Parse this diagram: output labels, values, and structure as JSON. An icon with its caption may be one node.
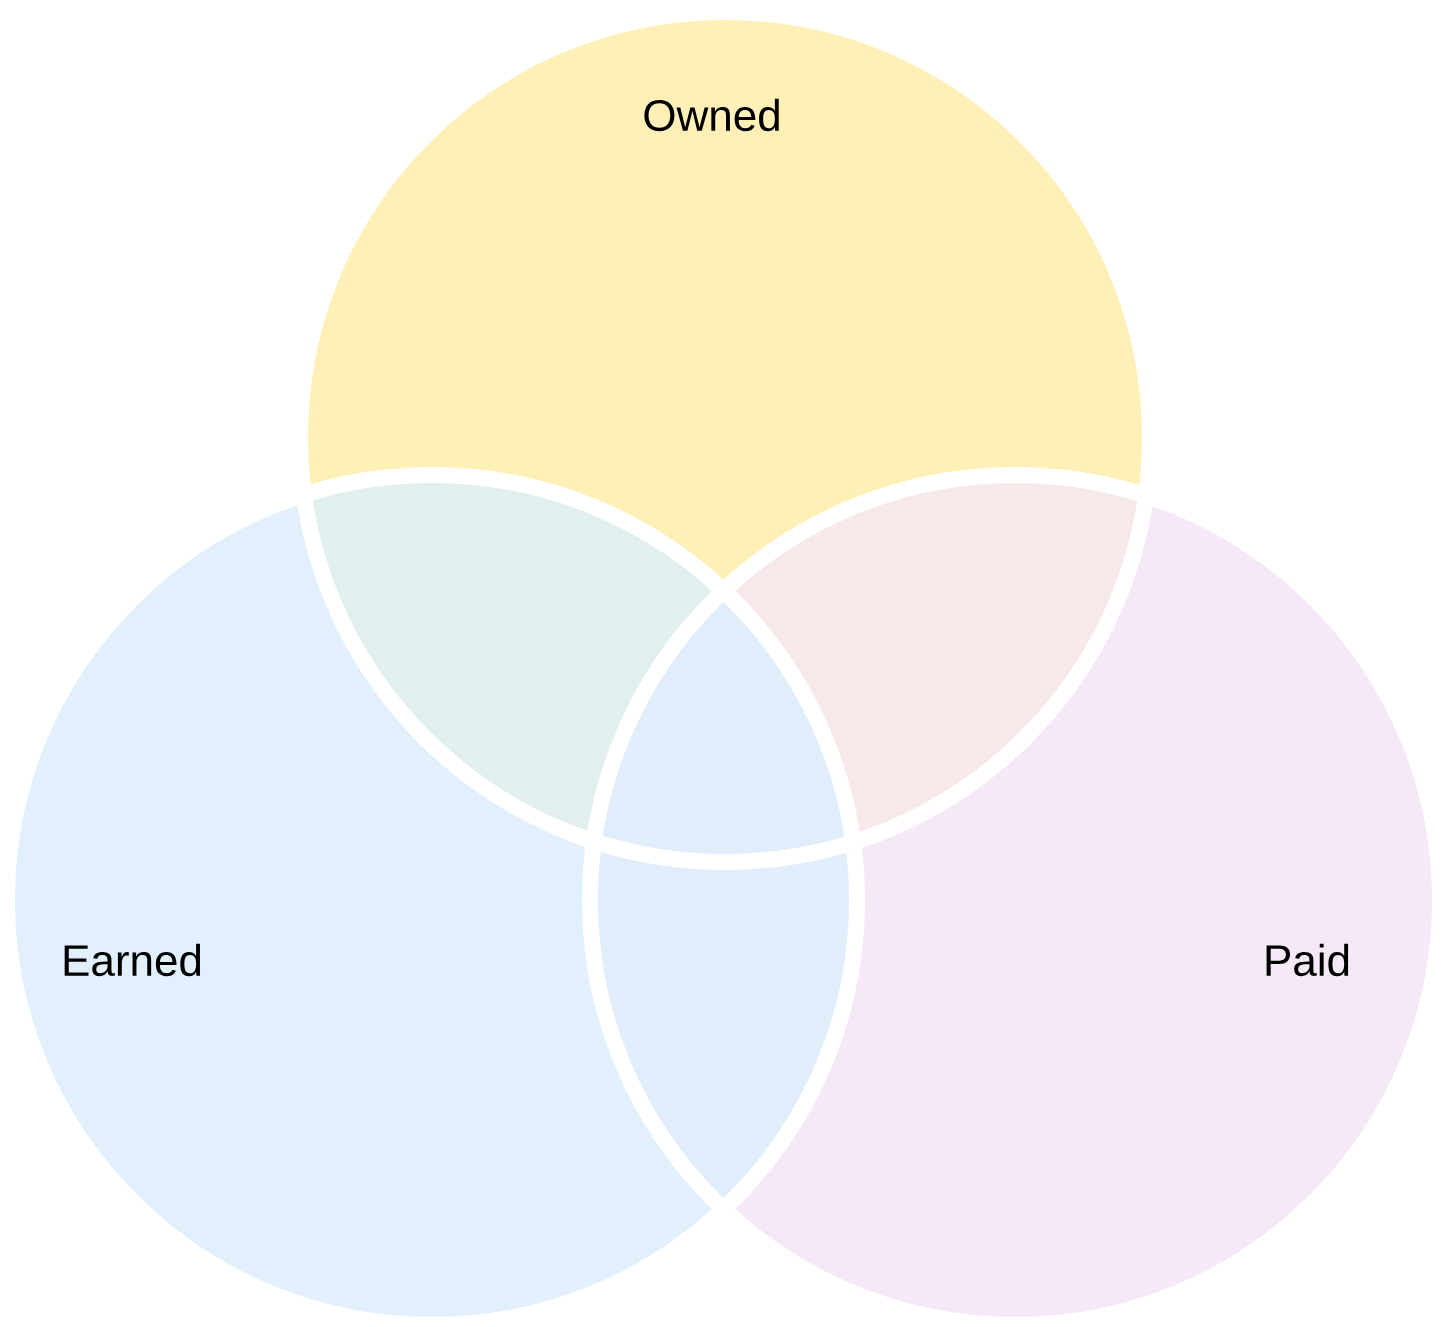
{
  "diagram": {
    "nodes": [
      {
        "text": [
          "Owned"
        ]
      },
      {
        "text": [
          "Earned"
        ]
      },
      {
        "text": [
          "Paid"
        ]
      }
    ]
  }
}
